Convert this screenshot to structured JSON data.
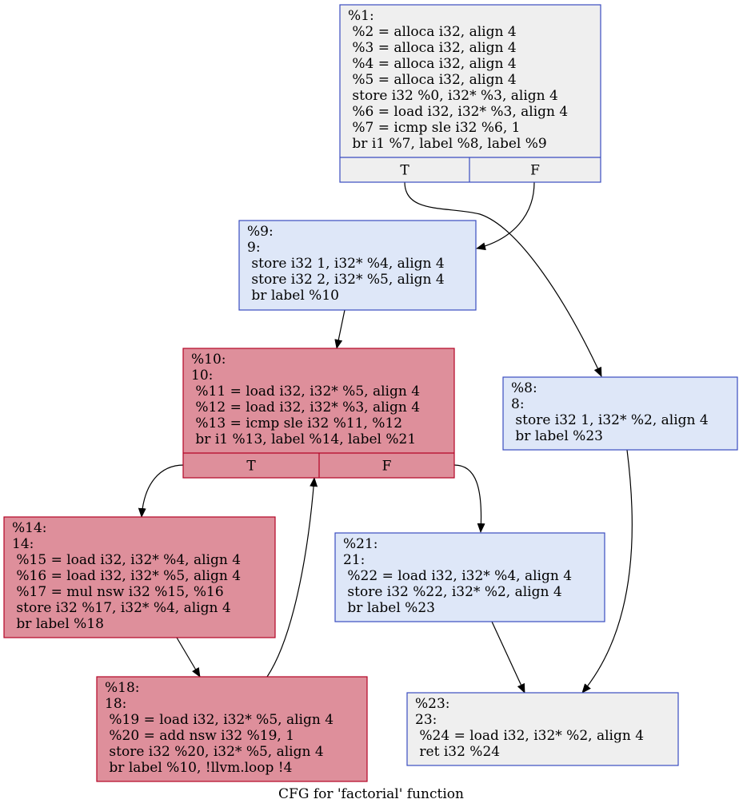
{
  "graph": {
    "caption": "CFG for 'factorial' function"
  },
  "colors": {
    "neutral_fill": "#efefef",
    "neutral_stroke": "#3a4cc0",
    "blue_fill": "#dee7f8",
    "blue_stroke": "#3a4cc0",
    "red_fill": "#de8f9b",
    "red_stroke": "#b40426",
    "edge": "#000000"
  },
  "nodes": {
    "n1": {
      "lines": [
        "%1:",
        " %2 = alloca i32, align 4",
        " %3 = alloca i32, align 4",
        " %4 = alloca i32, align 4",
        " %5 = alloca i32, align 4",
        " store i32 %0, i32* %3, align 4",
        " %6 = load i32, i32* %3, align 4",
        " %7 = icmp sle i32 %6, 1",
        " br i1 %7, label %8, label %9"
      ],
      "ports": [
        "T",
        "F"
      ]
    },
    "n9": {
      "lines": [
        "%9:",
        "9:",
        " store i32 1, i32* %4, align 4",
        " store i32 2, i32* %5, align 4",
        " br label %10"
      ]
    },
    "n10": {
      "lines": [
        "%10:",
        "10:",
        " %11 = load i32, i32* %5, align 4",
        " %12 = load i32, i32* %3, align 4",
        " %13 = icmp sle i32 %11, %12",
        " br i1 %13, label %14, label %21"
      ],
      "ports": [
        "T",
        "F"
      ]
    },
    "n8": {
      "lines": [
        "%8:",
        "8:",
        " store i32 1, i32* %2, align 4",
        " br label %23"
      ]
    },
    "n14": {
      "lines": [
        "%14:",
        "14:",
        " %15 = load i32, i32* %4, align 4",
        " %16 = load i32, i32* %5, align 4",
        " %17 = mul nsw i32 %15, %16",
        " store i32 %17, i32* %4, align 4",
        " br label %18"
      ]
    },
    "n21": {
      "lines": [
        "%21:",
        "21:",
        " %22 = load i32, i32* %4, align 4",
        " store i32 %22, i32* %2, align 4",
        " br label %23"
      ]
    },
    "n18": {
      "lines": [
        "%18:",
        "18:",
        " %19 = load i32, i32* %5, align 4",
        " %20 = add nsw i32 %19, 1",
        " store i32 %20, i32* %5, align 4",
        " br label %10, !llvm.loop !4"
      ]
    },
    "n23": {
      "lines": [
        "%23:",
        "23:",
        " %24 = load i32, i32* %2, align 4",
        " ret i32 %24"
      ]
    }
  }
}
